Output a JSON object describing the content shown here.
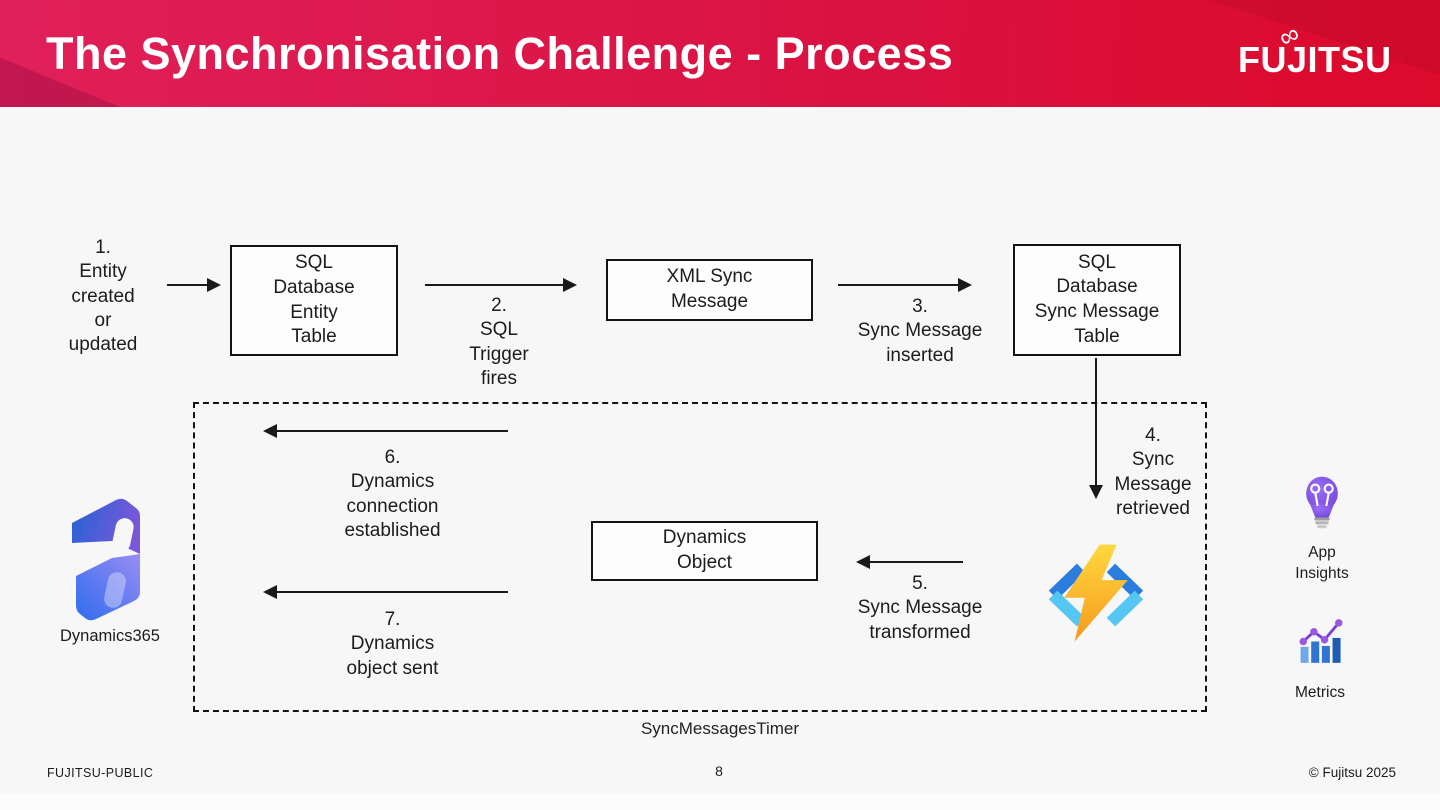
{
  "slide": {
    "header": {
      "title": "The Synchronisation Challenge - Process",
      "logo_text": "FUJITSU",
      "logo_infinity": "∞",
      "gradient_left": "#e02059",
      "gradient_right": "#dc0a2b"
    },
    "footer": {
      "classification": "FUJITSU-PUBLIC",
      "page_number": "8",
      "copyright": "© Fujitsu 2025"
    }
  },
  "diagram": {
    "boxes": {
      "entity_table": "SQL\nDatabase\nEntity\nTable",
      "xml_sync_message": "XML Sync\nMessage",
      "sync_message_table": "SQL\nDatabase\nSync Message\nTable",
      "dynamics_object": "Dynamics\nObject"
    },
    "steps": {
      "step1": "1.\nEntity\ncreated\nor\nupdated",
      "step2": "2.\nSQL\nTrigger\nfires",
      "step3": "3.\nSync Message\ninserted",
      "step4": "4.\nSync\nMessage\nretrieved",
      "step5": "5.\nSync Message\ntransformed",
      "step6": "6.\nDynamics\nconnection\nestablished",
      "step7": "7.\nDynamics\nobject sent"
    },
    "container_label": "SyncMessagesTimer",
    "icons": {
      "dynamics365_label": "Dynamics365",
      "app_insights_label": "App\nInsights",
      "metrics_label": "Metrics"
    },
    "palette": {
      "box_border": "#141414",
      "dynamics_blue": "#2563d6",
      "dynamics_purple": "#7958d8",
      "bolt_yellow": "#ffd83d",
      "bolt_orange": "#f59a1f",
      "bracket_dark_blue": "#2a7ddd",
      "bracket_light_blue": "#55c7f2",
      "bulb_purple": "#7c4fe6",
      "metrics_purple": "#8b52d6",
      "metrics_blue": "#2f74d0"
    }
  }
}
